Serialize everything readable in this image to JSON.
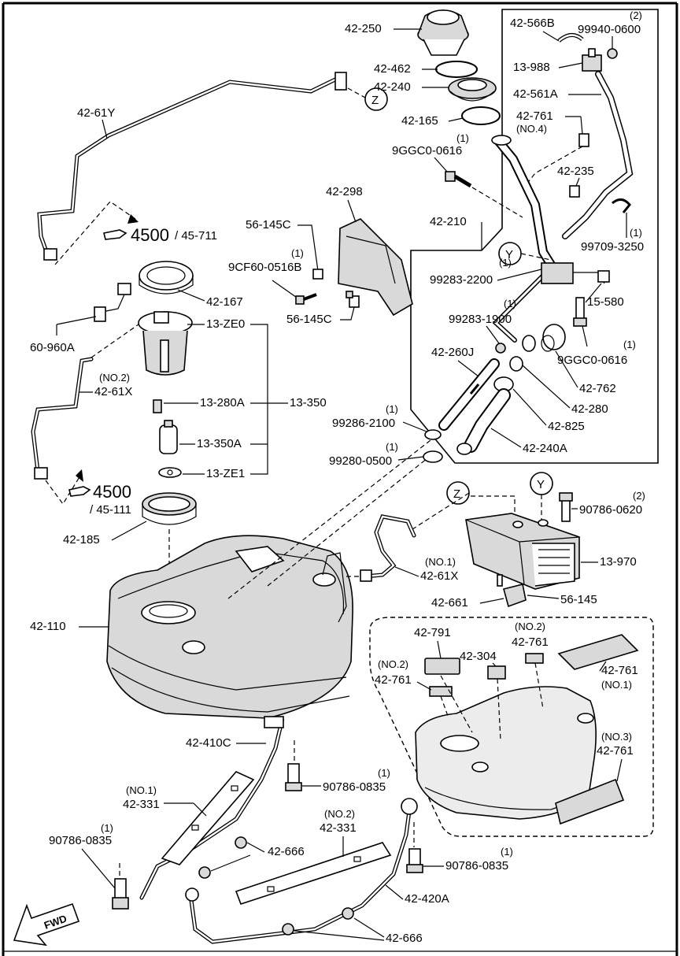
{
  "labels": {
    "p42_250": "42-250",
    "p42_462": "42-462",
    "p42_240": "42-240",
    "p42_165": "42-165",
    "p42_61Y": "42-61Y",
    "p42_298": "42-298",
    "p56_145C_a": "56-145C",
    "p56_145C_b": "56-145C",
    "p9CF60_qty": "(1)",
    "p9CF60": "9CF60-0516B",
    "p42_167": "42-167",
    "p60_960A": "60-960A",
    "p13_ZE0": "13-ZE0",
    "p42_61X_qty": "(NO.2)",
    "p42_61X": "42-61X",
    "p13_280A": "13-280A",
    "p13_350": "13-350",
    "p13_350A": "13-350A",
    "p13_ZE1": "13-ZE1",
    "p4500_top": "4500",
    "p45_711": "/ 45-711",
    "p4500_mid": "4500",
    "p45_111": "/ 45-111",
    "p42_185": "42-185",
    "p42_110": "42-110",
    "p42_410C": "42-410C",
    "p90786_0835_a_qty": "(1)",
    "p90786_0835_a": "90786-0835",
    "p42_331_no1_qty": "(NO.1)",
    "p42_331_no1": "42-331",
    "p90786_0835_b_qty": "(1)",
    "p90786_0835_b": "90786-0835",
    "p42_666_a": "42-666",
    "p42_331_no2_qty": "(NO.2)",
    "p42_331_no2": "42-331",
    "p90786_0835_c_qty": "(1)",
    "p90786_0835_c": "90786-0835",
    "p42_420A": "42-420A",
    "p42_666_b": "42-666",
    "fwd": "FWD",
    "p42_566B": "42-566B",
    "p99940_qty": "(2)",
    "p99940": "99940-0600",
    "p13_988": "13-988",
    "p42_561A": "42-561A",
    "p42_761_no4": "42-761",
    "p42_761_no4_qty": "(NO.4)",
    "p9GGC0_a_qty": "(1)",
    "p9GGC0_a": "9GGC0-0616",
    "p42_235": "42-235",
    "p42_210": "42-210",
    "p99709_qty": "(1)",
    "p99709": "99709-3250",
    "p99283_2200_qty": "(1)",
    "p99283_2200": "99283-2200",
    "p15_580": "15-580",
    "p99283_1900_qty": "(1)",
    "p99283_1900": "99283-1900",
    "p9GGC0_b_qty": "(1)",
    "p9GGC0_b": "9GGC0-0616",
    "p42_260J": "42-260J",
    "p42_762": "42-762",
    "p42_280": "42-280",
    "p99286_qty": "(1)",
    "p99286": "99286-2100",
    "p42_825": "42-825",
    "p99280_qty": "(1)",
    "p99280": "99280-0500",
    "p42_240A": "42-240A",
    "p90786_0620_qty": "(2)",
    "p90786_0620": "90786-0620",
    "p42_61X_no1_qty": "(NO.1)",
    "p42_61X_no1": "42-61X",
    "p13_970": "13-970",
    "p42_661": "42-661",
    "p56_145": "56-145",
    "p42_791": "42-791",
    "p42_304": "42-304",
    "p42_761_no2a_qty": "(NO.2)",
    "p42_761_no2a": "42-761",
    "p42_761_no2b_qty": "(NO.2)",
    "p42_761_no2b": "42-761",
    "p42_761_no1": "42-761",
    "p42_761_no1_qty": "(NO.1)",
    "p42_761_no3_qty": "(NO.3)",
    "p42_761_no3": "42-761",
    "callout_Z": "Z",
    "callout_Y": "Y"
  },
  "icons": {
    "ref_hand": "pointing-hand-icon",
    "fwd_arrow": "forward-arrow-icon"
  }
}
